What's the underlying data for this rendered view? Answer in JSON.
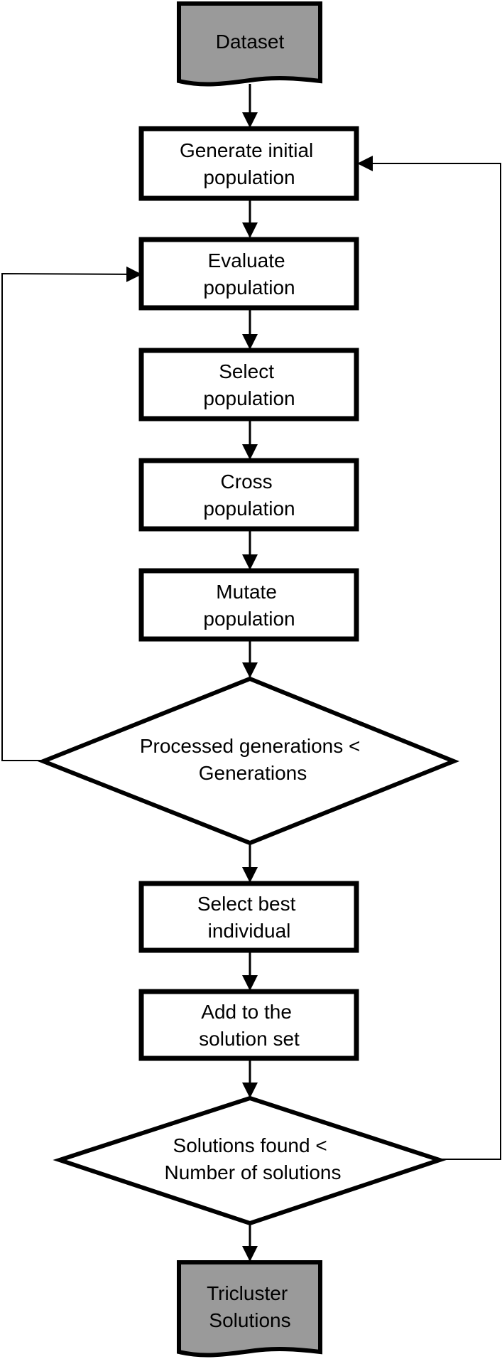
{
  "colors": {
    "terminal_fill": "#9a9a9a",
    "process_fill": "#ffffff",
    "stroke": "#000000"
  },
  "nodes": {
    "dataset": {
      "shape": "document",
      "lines": [
        "Dataset"
      ]
    },
    "generate": {
      "shape": "process",
      "lines": [
        "Generate initial",
        "population"
      ]
    },
    "evaluate": {
      "shape": "process",
      "lines": [
        "Evaluate",
        "population"
      ]
    },
    "select": {
      "shape": "process",
      "lines": [
        "Select",
        "population"
      ]
    },
    "cross": {
      "shape": "process",
      "lines": [
        "Cross",
        "population"
      ]
    },
    "mutate": {
      "shape": "process",
      "lines": [
        "Mutate",
        "population"
      ]
    },
    "generations_check": {
      "shape": "decision",
      "lines": [
        "Processed generations <",
        "Generations"
      ]
    },
    "select_best": {
      "shape": "process",
      "lines": [
        "Select best",
        "individual"
      ]
    },
    "add_solution": {
      "shape": "process",
      "lines": [
        "Add to the",
        "solution set"
      ]
    },
    "solutions_check": {
      "shape": "decision",
      "lines": [
        "Solutions found <",
        "Number of solutions"
      ]
    },
    "tricluster": {
      "shape": "document",
      "lines": [
        "Tricluster",
        "Solutions"
      ]
    }
  },
  "edges": [
    {
      "from": "dataset",
      "to": "generate"
    },
    {
      "from": "generate",
      "to": "evaluate"
    },
    {
      "from": "evaluate",
      "to": "select"
    },
    {
      "from": "select",
      "to": "cross"
    },
    {
      "from": "cross",
      "to": "mutate"
    },
    {
      "from": "mutate",
      "to": "generations_check"
    },
    {
      "from": "generations_check",
      "to": "evaluate",
      "route": "left-loop"
    },
    {
      "from": "generations_check",
      "to": "select_best"
    },
    {
      "from": "select_best",
      "to": "add_solution"
    },
    {
      "from": "add_solution",
      "to": "solutions_check"
    },
    {
      "from": "solutions_check",
      "to": "generate",
      "route": "right-loop"
    },
    {
      "from": "solutions_check",
      "to": "tricluster"
    }
  ]
}
